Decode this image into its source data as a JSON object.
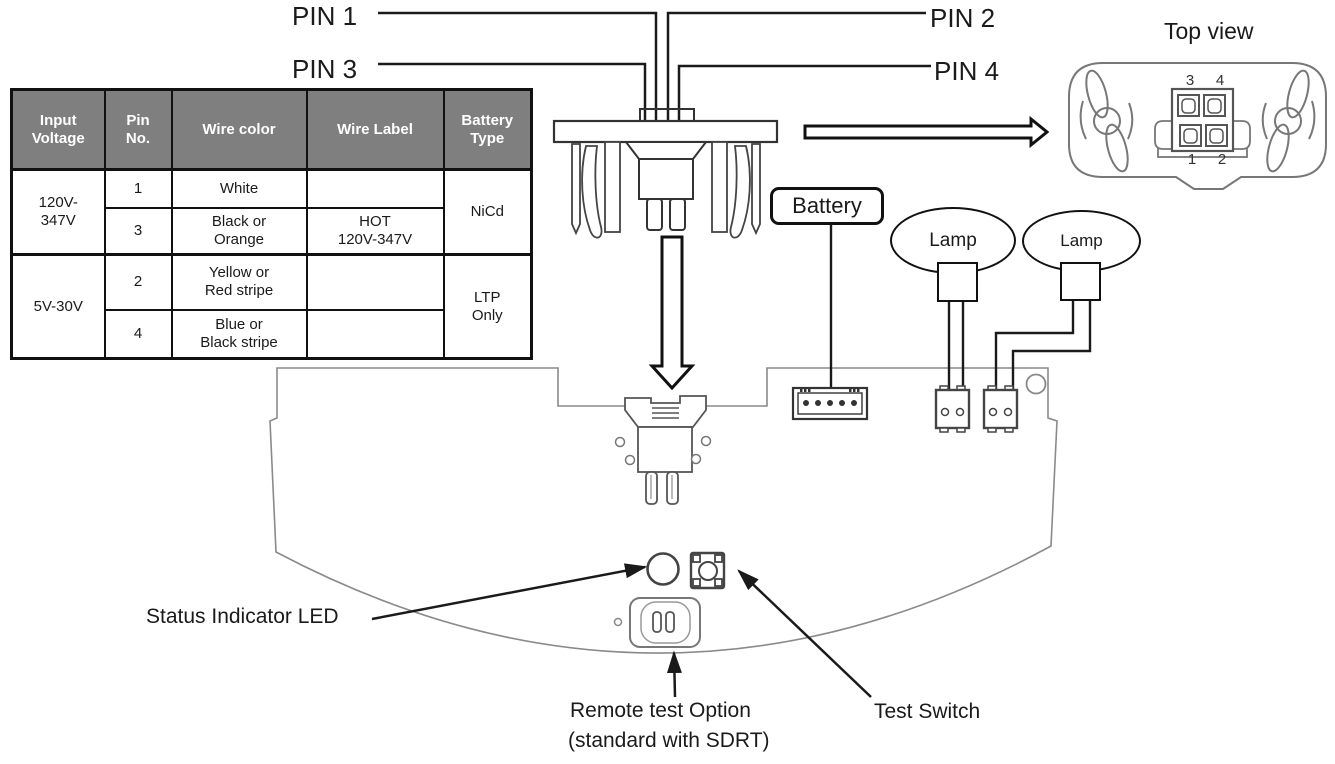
{
  "pins": {
    "pin1": "PIN 1",
    "pin2": "PIN 2",
    "pin3": "PIN 3",
    "pin4": "PIN 4"
  },
  "top_view": {
    "title": "Top view",
    "pin_numbers": [
      "3",
      "4",
      "1",
      "2"
    ]
  },
  "components": {
    "battery": "Battery",
    "lamp_left": "Lamp",
    "lamp_right": "Lamp"
  },
  "annotations": {
    "status_led": "Status Indicator LED",
    "remote_test_line1": "Remote test Option",
    "remote_test_line2": "(standard with SDRT)",
    "test_switch": "Test Switch"
  },
  "table": {
    "headers": [
      "Input\nVoltage",
      "Pin\nNo.",
      "Wire color",
      "Wire Label",
      "Battery\nType"
    ],
    "groups": [
      {
        "voltage": "120V-\n347V",
        "battery": "NiCd",
        "rows": [
          {
            "pin": "1",
            "color": "White",
            "label": ""
          },
          {
            "pin": "3",
            "color": "Black or\nOrange",
            "label": "HOT\n120V-347V"
          }
        ]
      },
      {
        "voltage": "5V-30V",
        "battery": "LTP\nOnly",
        "rows": [
          {
            "pin": "2",
            "color": "Yellow or\nRed stripe",
            "label": ""
          },
          {
            "pin": "4",
            "color": "Blue or\nBlack stripe",
            "label": ""
          }
        ]
      }
    ]
  },
  "colors": {
    "header-bg": "#7f7f7f",
    "header-text": "#ffffff",
    "ink": "#1a1a1a",
    "pcb": "#8a8a8a"
  }
}
